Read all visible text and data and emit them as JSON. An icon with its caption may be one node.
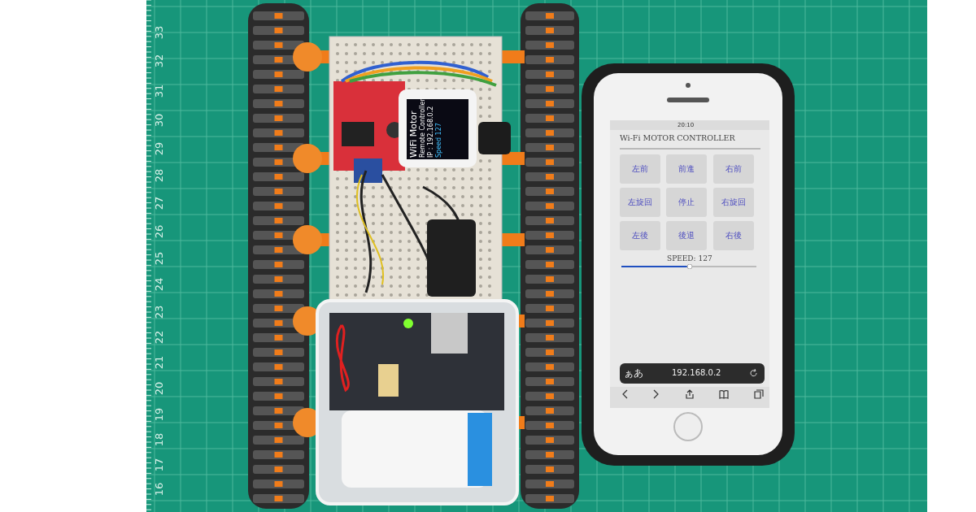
{
  "diagram": {
    "labels": [
      "33",
      "32",
      "31",
      "30",
      "29",
      "28",
      "27",
      "26",
      "25",
      "24",
      "23",
      "22",
      "21",
      "20",
      "19",
      "18",
      "17",
      "16",
      "WiFi Motor",
      "Remote Controller",
      "IP : 192.168.0.2",
      "Speed 127",
      "20:10",
      "Wi-Fi MOTOR CONTROLLER",
      "左前",
      "前進",
      "右前",
      "左旋回",
      "停止",
      "右旋回",
      "左後",
      "後退",
      "右後",
      "SPEED: 127",
      "ぁあ",
      "192.168.0.2"
    ]
  }
}
